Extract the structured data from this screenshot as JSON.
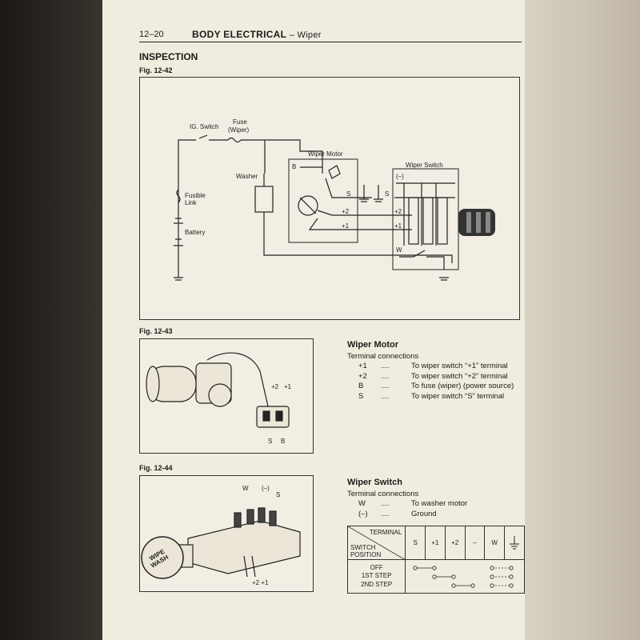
{
  "header": {
    "page_number": "12–20",
    "section": "BODY ELECTRICAL",
    "subsection": "– Wiper"
  },
  "inspection_heading": "INSPECTION",
  "fig_12_42": {
    "label": "Fig. 12-42",
    "labels": {
      "ig_switch": "IG. Switch",
      "fuse_line1": "Fuse",
      "fuse_line2": "(Wiper)",
      "fusible_line1": "Fusible",
      "fusible_line2": "Link",
      "battery": "Battery",
      "washer": "Washer",
      "wiper_motor": "Wiper Motor",
      "wiper_switch": "Wiper Switch",
      "b": "B",
      "s": "S",
      "s2": "S",
      "plus2": "+2",
      "plus1": "+1",
      "plus2b": "+2",
      "plus1b": "+1",
      "minus": "(–)",
      "w": "W"
    }
  },
  "fig_12_43": {
    "label": "Fig. 12-43",
    "labels": {
      "plus2": "+2",
      "plus1": "+1",
      "s": "S",
      "b": "B"
    }
  },
  "fig_12_44": {
    "label": "Fig. 12-44",
    "labels": {
      "w": "W",
      "minus": "(–)",
      "s": "S",
      "plus2plus1": "+2 +1",
      "knob_line1": "WIPE",
      "knob_line2": "WASH"
    }
  },
  "wiper_motor": {
    "title": "Wiper Motor",
    "subtitle": "Terminal connections",
    "rows": [
      {
        "term": "+1",
        "dots": "....",
        "desc": "To wiper switch “+1” terminal"
      },
      {
        "term": "+2",
        "dots": "....",
        "desc": "To wiper switch “+2” terminal"
      },
      {
        "term": "B",
        "dots": "....",
        "desc": "To fuse (wiper) (power source)"
      },
      {
        "term": "S",
        "dots": "....",
        "desc": "To wiper switch “S” terminal"
      }
    ]
  },
  "wiper_switch": {
    "title": "Wiper Switch",
    "subtitle": "Terminal connections",
    "rows": [
      {
        "term": "W",
        "dots": "....",
        "desc": "To washer motor"
      },
      {
        "term": "(–)",
        "dots": "....",
        "desc": "Ground"
      }
    ]
  },
  "switch_table": {
    "terminal_header": "TERMINAL",
    "position_header_line1": "SWITCH",
    "position_header_line2": "POSITION",
    "columns": [
      "S",
      "+1",
      "+2",
      "–",
      "W"
    ],
    "positions": [
      "OFF",
      "1ST STEP",
      "2ND STEP"
    ]
  }
}
